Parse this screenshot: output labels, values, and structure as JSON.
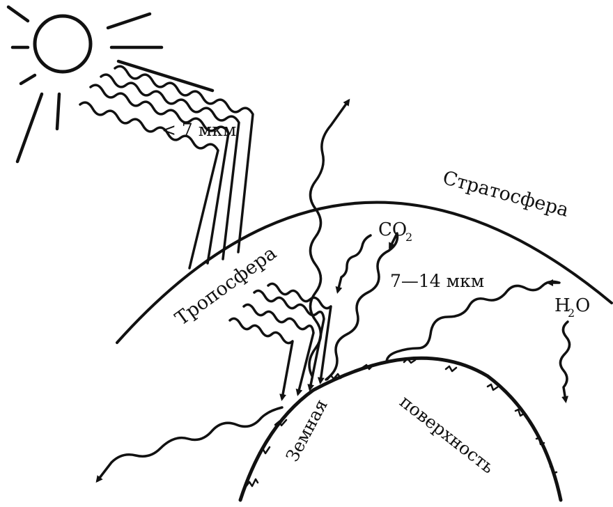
{
  "labels": {
    "stratosphere": "Стратосфера",
    "troposphere": "Тропосфера",
    "shortwave": "< 7 мкм",
    "co2": "CO",
    "co2_sub": "2",
    "longwave": "7—14 мкм",
    "h2o_h": "H",
    "h2o_sub": "2",
    "h2o_o": "O",
    "surface_word1": "Земная",
    "surface_word2": "поверхность"
  },
  "colors": {
    "ink": "#111111",
    "background": "#ffffff"
  }
}
